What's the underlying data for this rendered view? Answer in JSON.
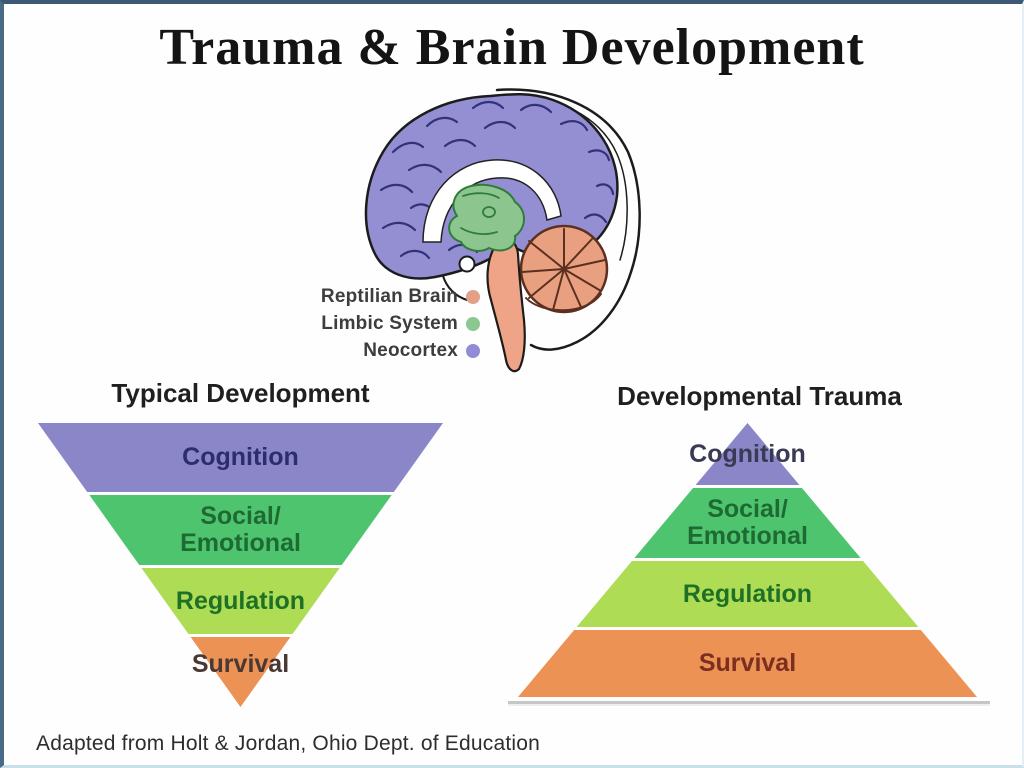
{
  "title": "Trauma & Brain Development",
  "footer": "Adapted from Holt & Jordan, Ohio Dept. of Education",
  "brain": {
    "description": "sagittal brain cross-section",
    "neocortex_color": "#948fd3",
    "limbic_color": "#8cc68e",
    "brainstem_color": "#f0a487",
    "cerebellum_color": "#e9a080",
    "outline_color": "#1c1c1c",
    "sulci_color": "#32327a",
    "cerebellum_line_color": "#5c2f1f"
  },
  "legend": {
    "items": [
      {
        "label": "Reptilian Brain",
        "color": "#e2a089"
      },
      {
        "label": "Limbic System",
        "color": "#8cc690"
      },
      {
        "label": "Neocortex",
        "color": "#908dd6"
      }
    ]
  },
  "pyramids": {
    "typical": {
      "heading": "Typical Development",
      "orientation": "inverted",
      "levels": [
        {
          "label": "Cognition",
          "color": "#8a86c8",
          "text_color": "#2c2c6e"
        },
        {
          "label": "Social/\nEmotional",
          "color": "#4fc46f",
          "text_color": "#1d6a32"
        },
        {
          "label": "Regulation",
          "color": "#aedd55",
          "text_color": "#1e7026"
        },
        {
          "label": "Survival",
          "color": "#ec9255",
          "text_color": "#4a3833"
        }
      ]
    },
    "trauma": {
      "heading": "Developmental Trauma",
      "orientation": "upright",
      "levels": [
        {
          "label": "Cognition",
          "color": "#8a86c8",
          "text_color": "#3a3a55"
        },
        {
          "label": "Social/\nEmotional",
          "color": "#4fc46f",
          "text_color": "#1d6a32"
        },
        {
          "label": "Regulation",
          "color": "#aedd55",
          "text_color": "#1e7026"
        },
        {
          "label": "Survival",
          "color": "#ec9255",
          "text_color": "#7c2e20"
        }
      ]
    }
  }
}
